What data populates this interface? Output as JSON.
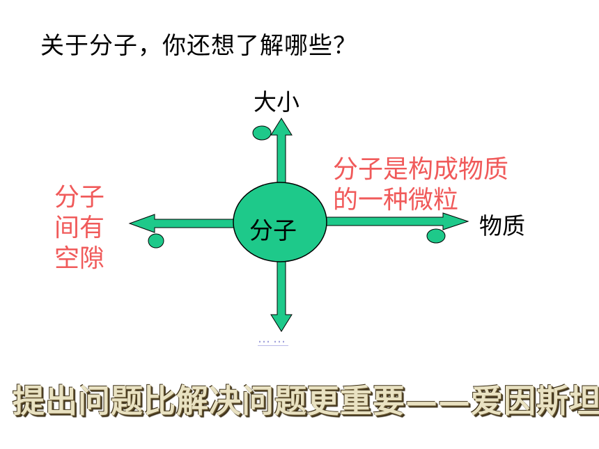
{
  "question": "关于分子，你还想了解哪些？",
  "center": "分子",
  "top_label": "大小",
  "right_label": "物质",
  "right_note": "分子是构成物质的一种微粒",
  "left_note": "分子间有空隙",
  "bottom_placeholder": "……",
  "quote": "提出问题比解决问题更重要——爱因斯坦",
  "colors": {
    "arrow": "#1ec98a",
    "note": "#f05a5a"
  }
}
